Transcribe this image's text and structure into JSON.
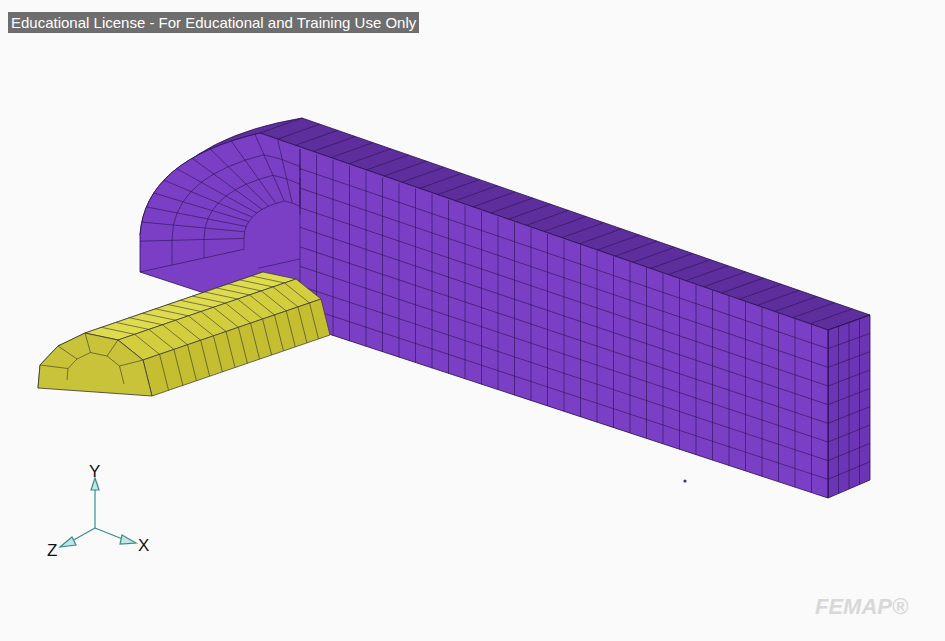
{
  "diagram": {
    "labels": [
      "Educational License - For Educational and Training Use Only",
      "Y",
      "Z",
      "X",
      "FEMAP®"
    ]
  }
}
